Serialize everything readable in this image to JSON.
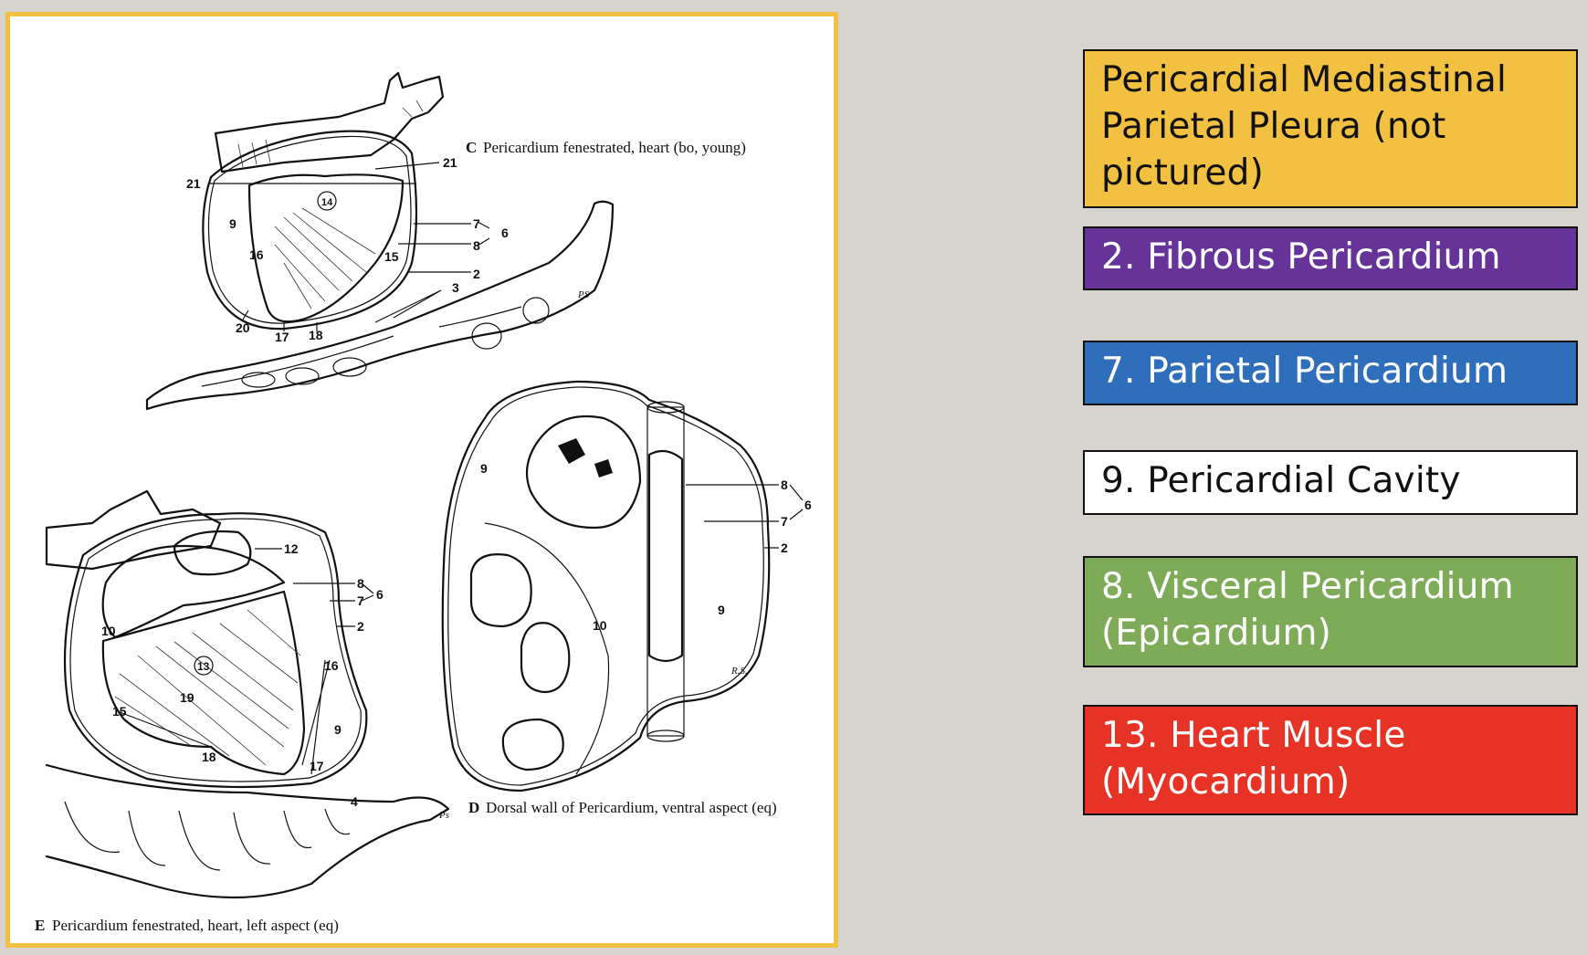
{
  "figure": {
    "captions": {
      "c_letter": "C",
      "c_text": "Pericardium fenestrated, heart (bo, young)",
      "d_letter": "D",
      "d_text": "Dorsal wall of Pericardium, ventral aspect (eq)",
      "e_letter": "E",
      "e_text": "Pericardium fenestrated, heart, left aspect (eq)"
    },
    "diagram_c_labels": [
      "21",
      "21",
      "9",
      "14",
      "7",
      "6",
      "8",
      "16",
      "15",
      "2",
      "3",
      "20",
      "17",
      "18"
    ],
    "diagram_d_labels": [
      "9",
      "8",
      "6",
      "7",
      "2",
      "10",
      "9"
    ],
    "diagram_e_labels": [
      "12",
      "8",
      "6",
      "7",
      "2",
      "10",
      "13",
      "16",
      "19",
      "15",
      "9",
      "18",
      "17",
      "4"
    ],
    "signatures": [
      "PS",
      "R.S.",
      "Ps"
    ]
  },
  "legend": {
    "items": [
      {
        "label": "Pericardial Mediastinal Parietal Pleura (not pictured)",
        "bg": "#f2c141",
        "fg": "#111111"
      },
      {
        "label": "2.  Fibrous Pericardium",
        "bg": "#663399",
        "fg": "#ffffff"
      },
      {
        "label": "7.  Parietal Pericardium",
        "bg": "#2f6ebb",
        "fg": "#ffffff"
      },
      {
        "label": "9.  Pericardial Cavity",
        "bg": "#ffffff",
        "fg": "#111111"
      },
      {
        "label": "8.  Visceral Pericardium (Epicardium)",
        "bg": "#7dab57",
        "fg": "#ffffff"
      },
      {
        "label": "13.  Heart Muscle (Myocardium)",
        "bg": "#e73226",
        "fg": "#ffffff"
      }
    ]
  }
}
